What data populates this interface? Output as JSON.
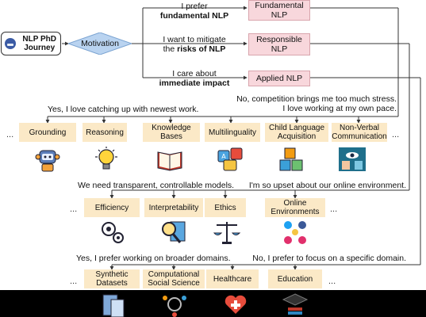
{
  "start": {
    "line1": "NLP PhD",
    "line2": "Journey"
  },
  "motivation": "Motivation",
  "prompts": {
    "p1a": "I prefer",
    "p1b": "fundamental NLP",
    "p2a": "I want to mitigate",
    "p2b_pre": "the ",
    "p2b": "risks of NLP",
    "p3a": "I care about",
    "p3b": "immediate impact"
  },
  "categories": {
    "fundamental": [
      "Fundamental",
      "NLP"
    ],
    "responsible": [
      "Responsible",
      "NLP"
    ],
    "applied": "Applied NLP"
  },
  "answers": {
    "a1": "Yes, I love catching up with newest work.",
    "a2a": "No, competition brings me too much stress.",
    "a2b": "I love working at my own pace.",
    "a3": "We need transparent, controllable models.",
    "a4": "I'm so upset about our online environment.",
    "a5": "Yes, I prefer working on broader domains.",
    "a6": "No, I prefer to focus on a specific domain."
  },
  "row1": [
    {
      "l1": "Grounding",
      "l2": "",
      "icon": "robot-icon"
    },
    {
      "l1": "Reasoning",
      "l2": "",
      "icon": "lightbulb-icon"
    },
    {
      "l1": "Knowledge",
      "l2": "Bases",
      "icon": "book-icon"
    },
    {
      "l1": "Multilinguality",
      "l2": "",
      "icon": "languages-icon"
    },
    {
      "l1": "Child Language",
      "l2": "Acquisition",
      "icon": "blocks-icon"
    },
    {
      "l1": "Non-Verbal",
      "l2": "Communication",
      "icon": "gesture-icon"
    }
  ],
  "row2": [
    {
      "l1": "Efficiency",
      "l2": "",
      "icon": "gears-icon"
    },
    {
      "l1": "Interpretability",
      "l2": "",
      "icon": "magnifier-icon"
    },
    {
      "l1": "Ethics",
      "l2": "",
      "icon": "scales-icon"
    },
    {
      "l1": "Online",
      "l2": "Environments",
      "icon": "social-icon"
    }
  ],
  "row3": [
    {
      "l1": "Synthetic",
      "l2": "Datasets",
      "icon": "data-icon"
    },
    {
      "l1": "Computational",
      "l2": "Social Science",
      "icon": "network-icon"
    },
    {
      "l1": "Healthcare",
      "l2": "",
      "icon": "health-icon"
    },
    {
      "l1": "Education",
      "l2": "",
      "icon": "graduation-icon"
    }
  ],
  "ellipsis": "...",
  "colors": {
    "beige": "#fbe9c7",
    "pink": "#f8d7dc",
    "diamond": "#b9d3f0"
  }
}
